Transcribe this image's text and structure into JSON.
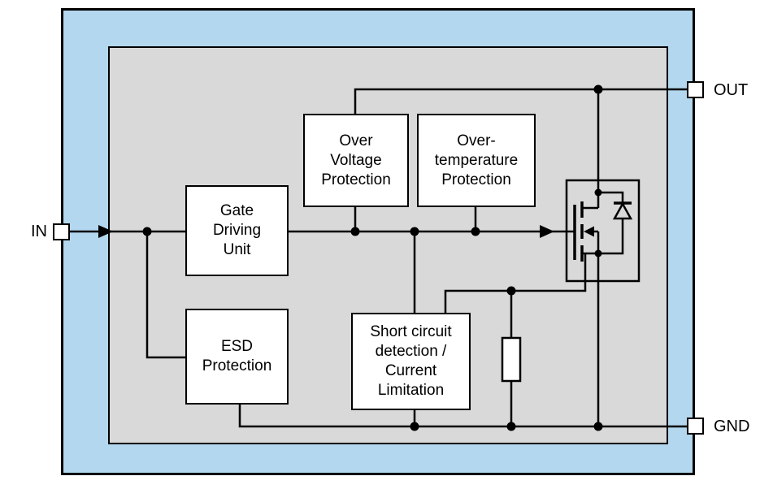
{
  "diagram": {
    "pins": [
      {
        "id": "in",
        "label": "IN"
      },
      {
        "id": "out",
        "label": "OUT"
      },
      {
        "id": "gnd",
        "label": "GND"
      }
    ],
    "blocks": [
      {
        "id": "gate_driving_unit",
        "label": "Gate\nDriving\nUnit"
      },
      {
        "id": "over_voltage_protection",
        "label": "Over\nVoltage\nProtection"
      },
      {
        "id": "over_temperature_protection",
        "label": "Over-\ntemperature\nProtection"
      },
      {
        "id": "esd_protection",
        "label": "ESD\nProtection"
      },
      {
        "id": "short_circuit_detection",
        "label": "Short circuit\ndetection /\nCurrent\nLimitation"
      }
    ],
    "symbols": [
      {
        "name": "n-channel-mosfet-icon",
        "description": "power MOSFET with body diode"
      },
      {
        "name": "sense-resistor-icon",
        "description": "current sense resistor"
      }
    ],
    "colors": {
      "chip_background": "#b3d7ee",
      "die_background": "#d9d9d9",
      "block_fill": "#ffffff",
      "line_color": "#000000"
    }
  }
}
